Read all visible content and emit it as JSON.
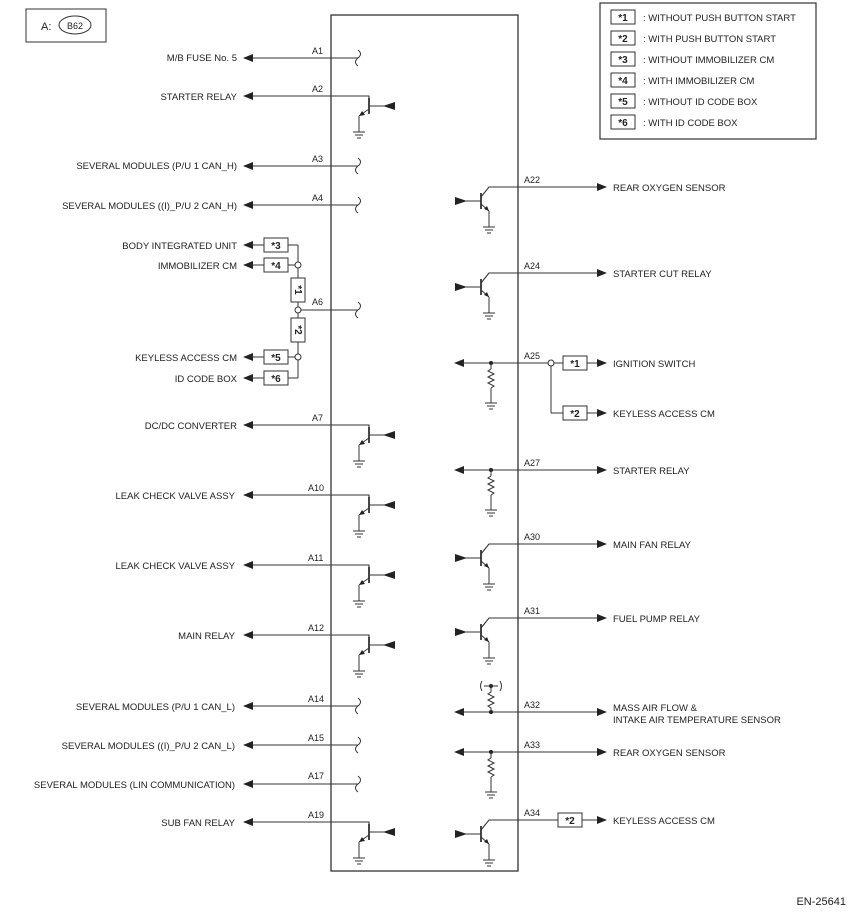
{
  "connector": {
    "prefix": "A:",
    "code": "B62"
  },
  "legend": [
    {
      "mark": "*1",
      "text": ": WITHOUT PUSH BUTTON START"
    },
    {
      "mark": "*2",
      "text": ": WITH PUSH BUTTON START"
    },
    {
      "mark": "*3",
      "text": ": WITHOUT IMMOBILIZER CM"
    },
    {
      "mark": "*4",
      "text": ": WITH IMMOBILIZER CM"
    },
    {
      "mark": "*5",
      "text": ": WITHOUT ID CODE BOX"
    },
    {
      "mark": "*6",
      "text": ": WITH ID CODE BOX"
    }
  ],
  "left": {
    "a1": {
      "pin": "A1",
      "label": "M/B FUSE No. 5"
    },
    "a2": {
      "pin": "A2",
      "label": "STARTER RELAY"
    },
    "a3": {
      "pin": "A3",
      "label": "SEVERAL MODULES (P/U 1 CAN_H)"
    },
    "a4": {
      "pin": "A4",
      "label": "SEVERAL MODULES ((I)_P/U 2 CAN_H)"
    },
    "a6": {
      "pin": "A6",
      "body": "BODY INTEGRATED UNIT",
      "immo": "IMMOBILIZER CM",
      "keyless": "KEYLESS ACCESS CM",
      "idbox": "ID CODE BOX",
      "m3": "*3",
      "m4": "*4",
      "m1": "*1",
      "m2": "*2",
      "m5": "*5",
      "m6": "*6"
    },
    "a7": {
      "pin": "A7",
      "label": "DC/DC CONVERTER"
    },
    "a10": {
      "pin": "A10",
      "label": "LEAK CHECK VALVE ASSY"
    },
    "a11": {
      "pin": "A11",
      "label": "LEAK CHECK VALVE ASSY"
    },
    "a12": {
      "pin": "A12",
      "label": "MAIN RELAY"
    },
    "a14": {
      "pin": "A14",
      "label": "SEVERAL MODULES (P/U 1 CAN_L)"
    },
    "a15": {
      "pin": "A15",
      "label": "SEVERAL MODULES ((I)_P/U 2 CAN_L)"
    },
    "a17": {
      "pin": "A17",
      "label": "SEVERAL MODULES (LIN COMMUNICATION)"
    },
    "a19": {
      "pin": "A19",
      "label": "SUB FAN RELAY"
    }
  },
  "right": {
    "a22": {
      "pin": "A22",
      "label": "REAR OXYGEN SENSOR"
    },
    "a24": {
      "pin": "A24",
      "label": "STARTER CUT RELAY"
    },
    "a25": {
      "pin": "A25",
      "label1": "IGNITION SWITCH",
      "label2": "KEYLESS ACCESS CM",
      "m1": "*1",
      "m2": "*2"
    },
    "a27": {
      "pin": "A27",
      "label": "STARTER RELAY"
    },
    "a30": {
      "pin": "A30",
      "label": "MAIN FAN RELAY"
    },
    "a31": {
      "pin": "A31",
      "label": "FUEL PUMP RELAY"
    },
    "a32": {
      "pin": "A32",
      "line1": "MASS AIR FLOW &",
      "line2": "INTAKE AIR TEMPERATURE SENSOR"
    },
    "a33": {
      "pin": "A33",
      "label": "REAR OXYGEN SENSOR"
    },
    "a34": {
      "pin": "A34",
      "label": "KEYLESS ACCESS CM",
      "mark": "*2"
    }
  },
  "figure_id": "EN-25641"
}
